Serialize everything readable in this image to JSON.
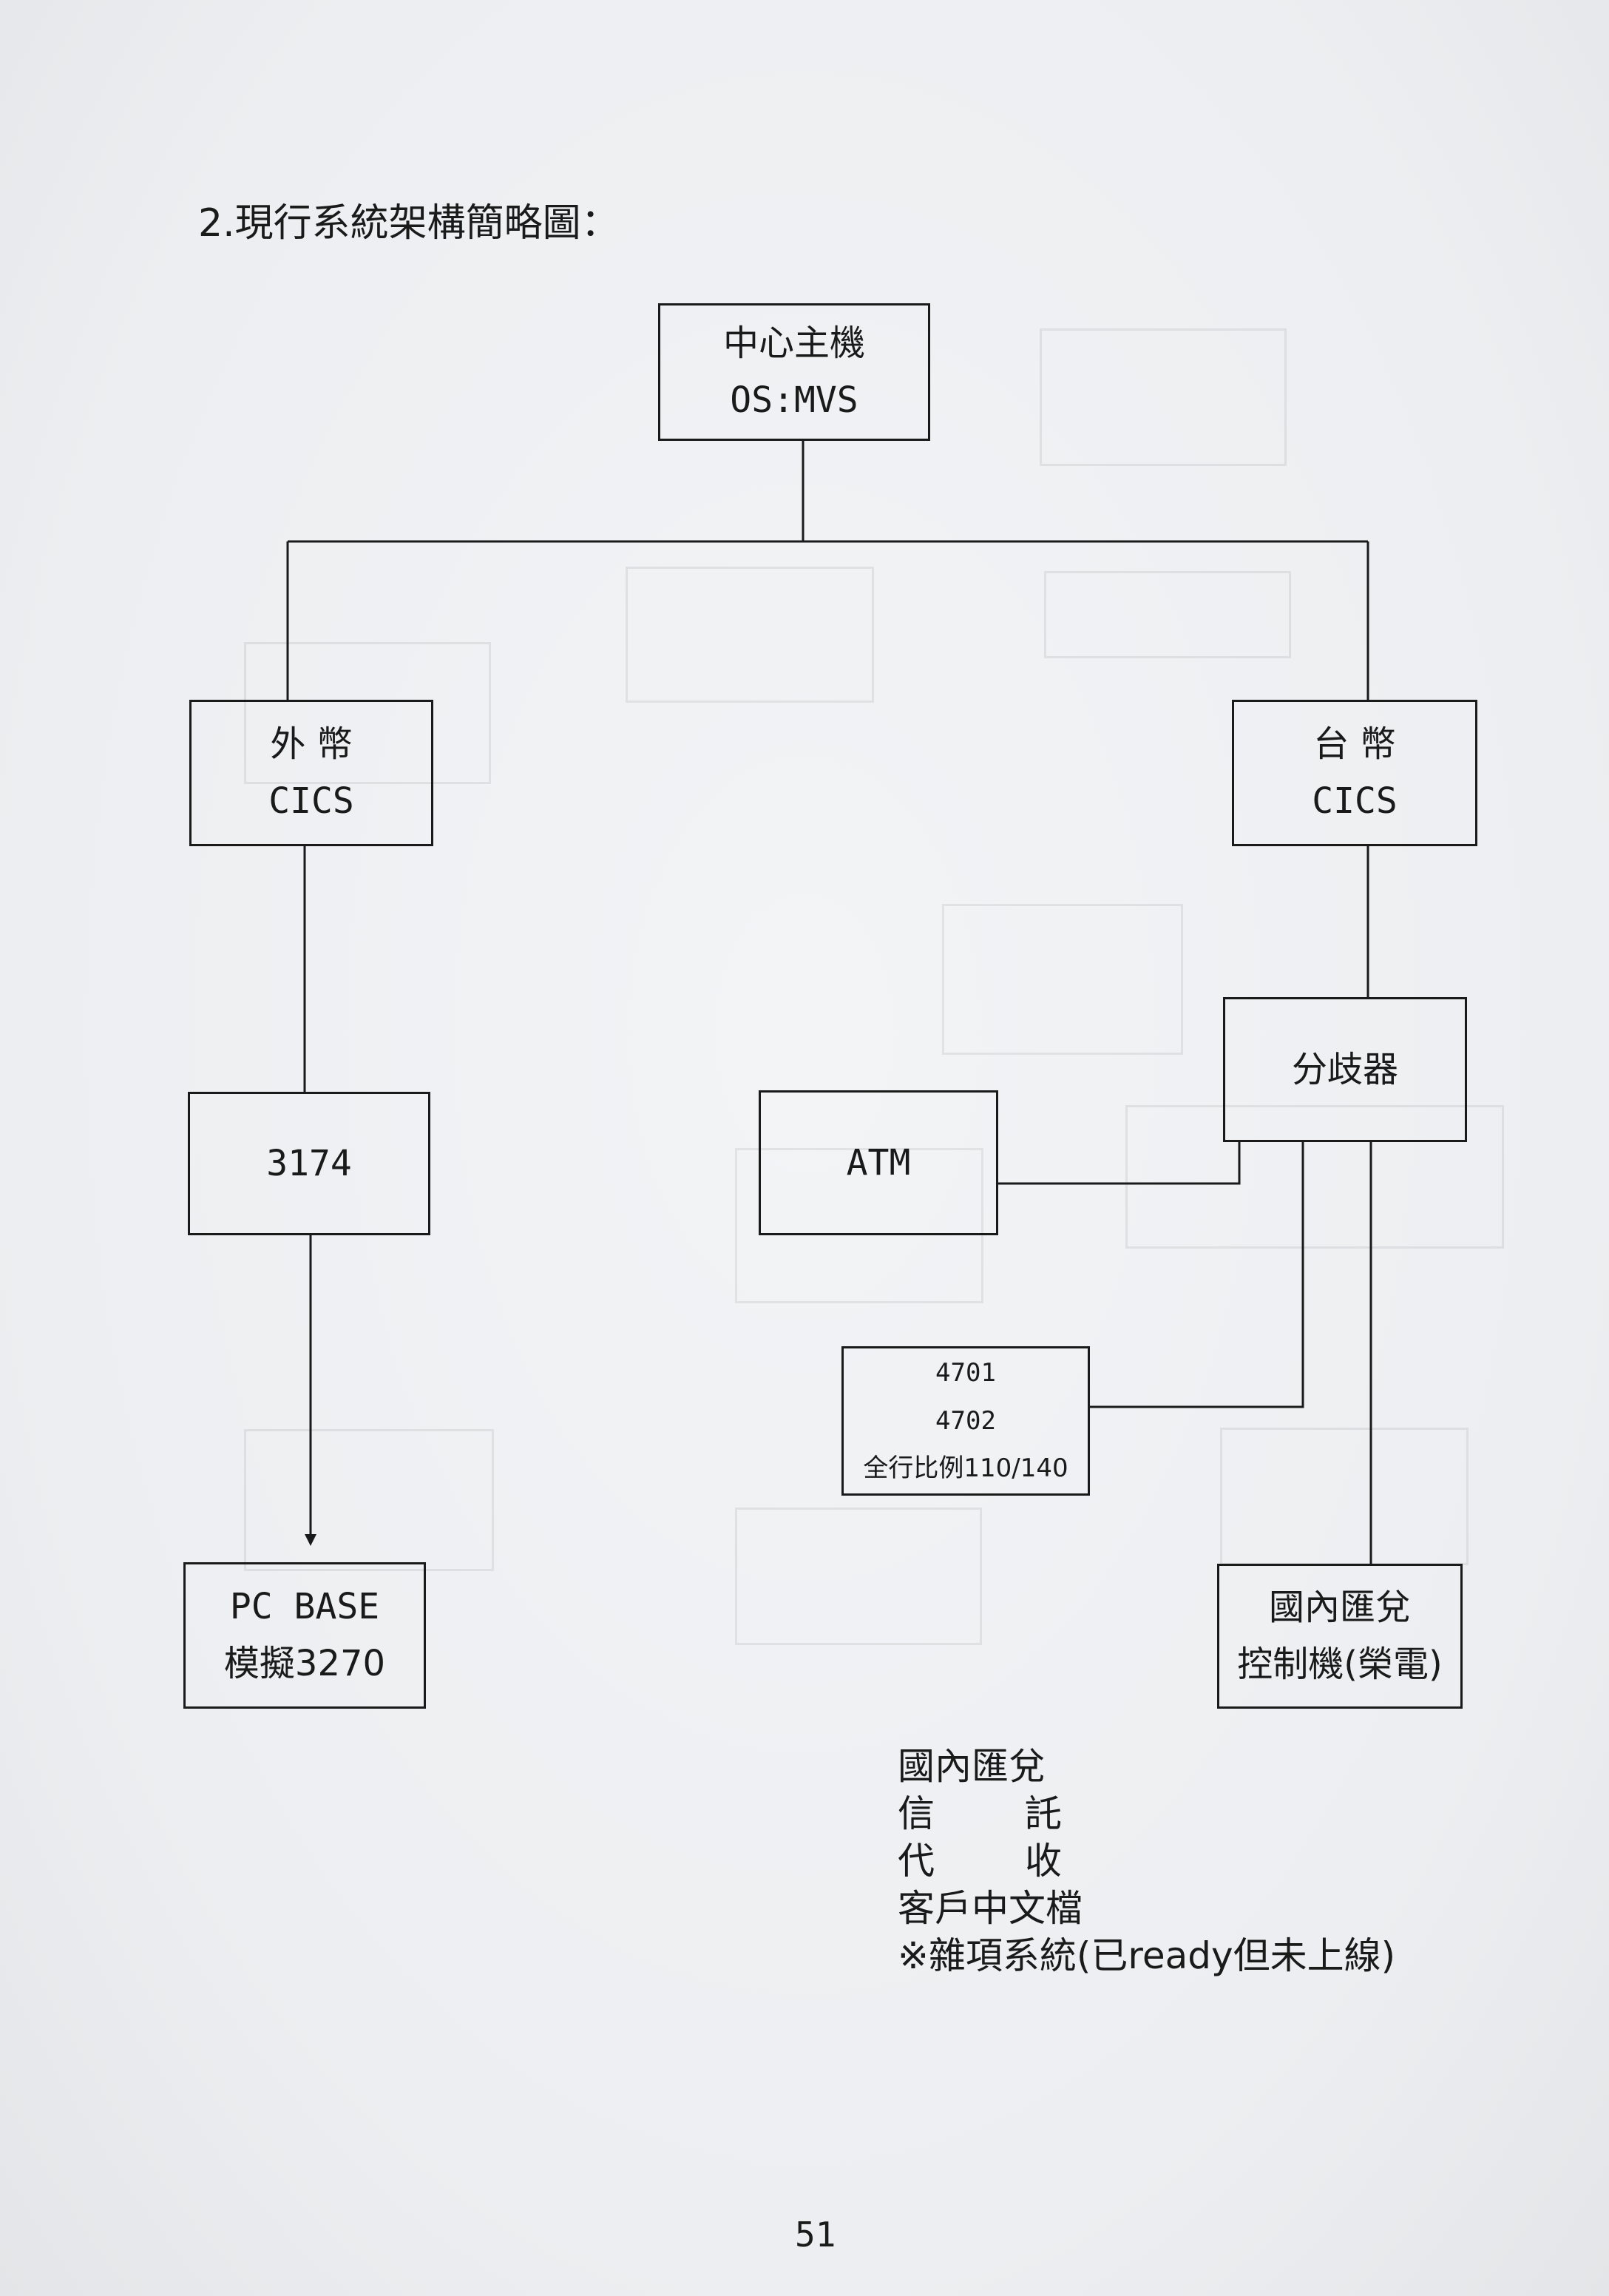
{
  "heading": "2.現行系統架構簡略圖：",
  "nodes": {
    "mainframe": {
      "line1": "中心主機",
      "line2": "OS:MVS"
    },
    "foreign_cics": {
      "line1": "外 幣",
      "line2": "CICS"
    },
    "ntd_cics": {
      "line1": "台 幣",
      "line2": "CICS"
    },
    "splitter": {
      "line1": "分歧器"
    },
    "controller_3174": {
      "line1": "3174"
    },
    "atm": {
      "line1": "ATM"
    },
    "terminal_4701": {
      "line1": "4701",
      "line2": "4702",
      "line3": "全行比例110/140"
    },
    "pc_base": {
      "line1": "PC BASE",
      "line2": "模擬3270"
    },
    "remit_controller": {
      "line1": "國內匯兌",
      "line2": "控制機(榮電)"
    }
  },
  "notes": {
    "line1": "國內匯兌",
    "line2a": "信",
    "line2b": "託",
    "line3a": "代",
    "line3b": "收",
    "line4": "客戶中文檔",
    "line5": "※雜項系統(已ready但未上線)"
  },
  "page_number": "51"
}
